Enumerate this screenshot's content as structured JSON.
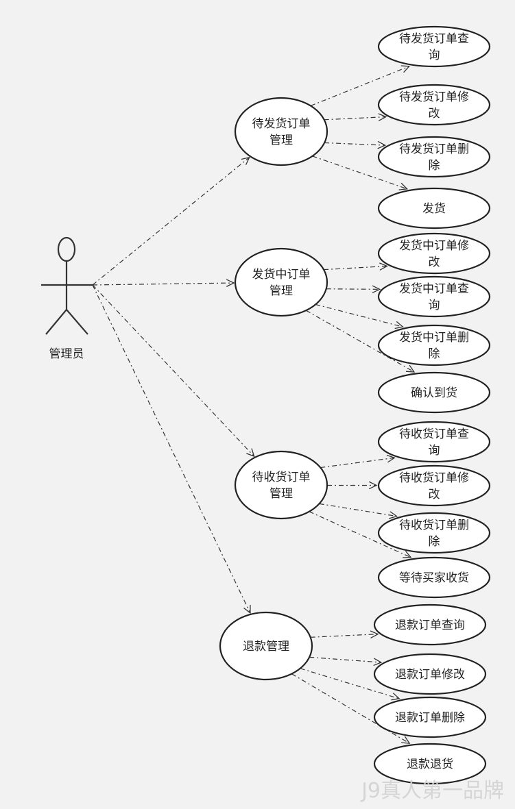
{
  "actor": {
    "name": "管理员"
  },
  "groups": [
    {
      "label": [
        "待发货订单",
        "管理"
      ],
      "children": [
        [
          "待发货订单查",
          "询"
        ],
        [
          "待发货订单修",
          "改"
        ],
        [
          "待发货订单删",
          "除"
        ],
        [
          "发货"
        ]
      ]
    },
    {
      "label": [
        "发货中订单",
        "管理"
      ],
      "children": [
        [
          "发货中订单修",
          "改"
        ],
        [
          "发货中订单查",
          "询"
        ],
        [
          "发货中订单删",
          "除"
        ],
        [
          "确认到货"
        ]
      ]
    },
    {
      "label": [
        "待收货订单",
        "管理"
      ],
      "children": [
        [
          "待收货订单查",
          "询"
        ],
        [
          "待收货订单修",
          "改"
        ],
        [
          "待收货订单删",
          "除"
        ],
        [
          "等待买家收货"
        ]
      ]
    },
    {
      "label": [
        "退款管理"
      ],
      "children": [
        [
          "退款订单查询"
        ],
        [
          "退款订单修改"
        ],
        [
          "退款订单删除"
        ],
        [
          "退款退货"
        ]
      ]
    }
  ],
  "watermark": "J9真人第一品牌",
  "colors": {
    "background": "#f2f2f2",
    "stroke": "#222222",
    "fill": "#ffffff",
    "watermark": "#d2d2d2"
  }
}
